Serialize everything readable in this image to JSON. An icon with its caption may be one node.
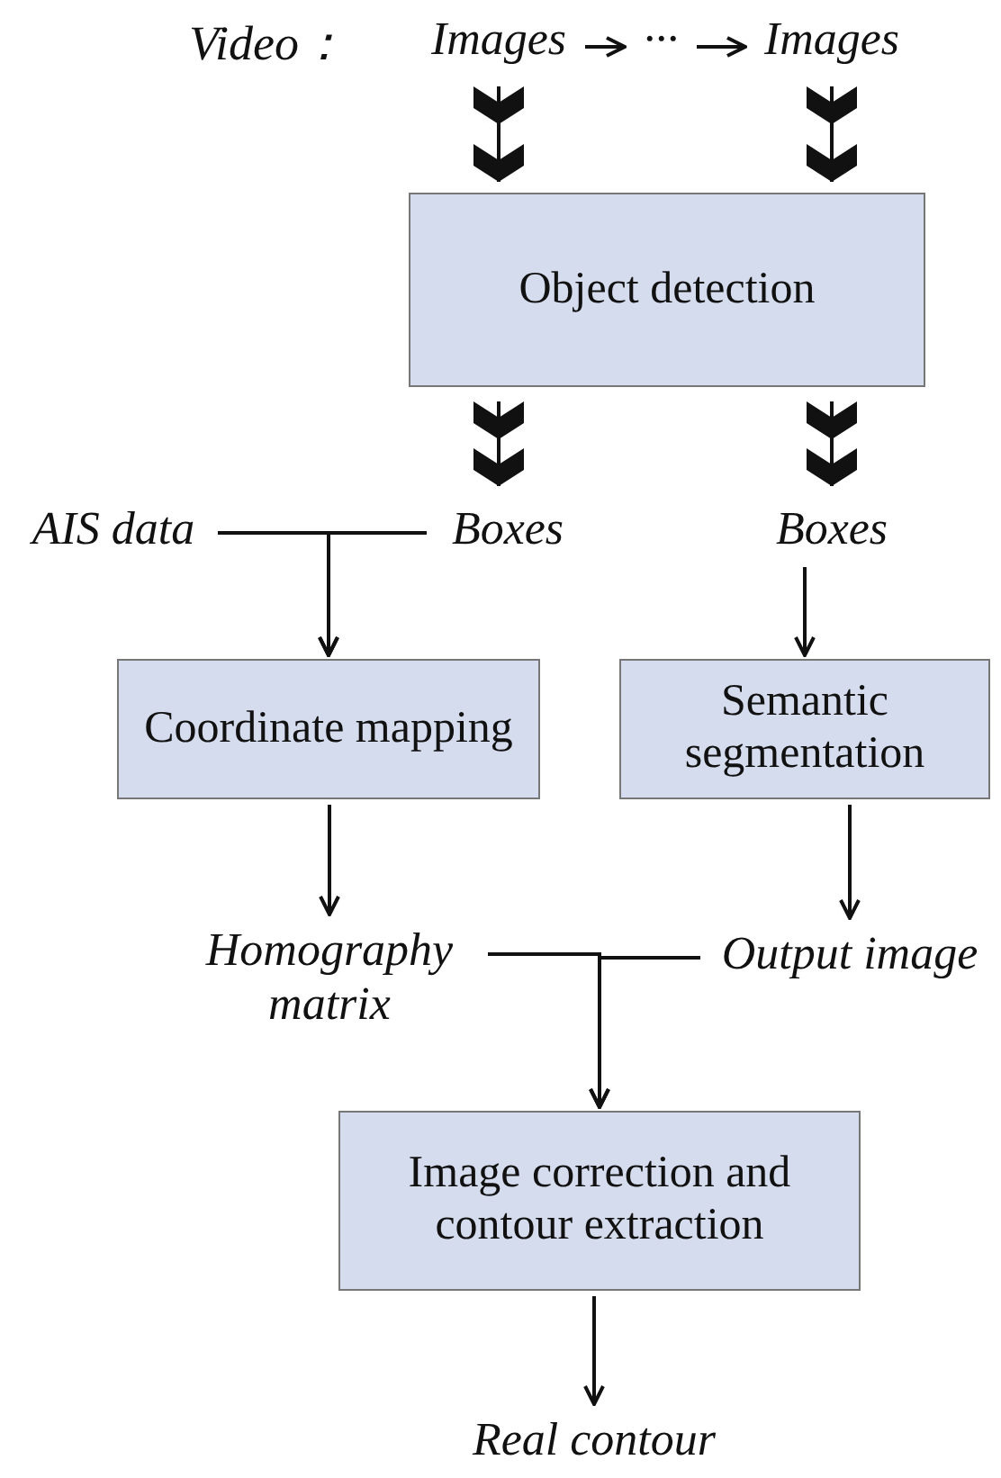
{
  "diagram": {
    "nodes": [
      {
        "text": [
          "Images"
        ]
      },
      {
        "text": [
          "···"
        ]
      },
      {
        "text": [
          "Images"
        ]
      },
      {
        "text": [
          "Object detection"
        ]
      },
      {
        "text": [
          "AIS data"
        ]
      },
      {
        "text": [
          "Boxes"
        ]
      },
      {
        "text": [
          "Boxes"
        ]
      },
      {
        "text": [
          "Coordinate mapping"
        ]
      },
      {
        "text": [
          "Semantic segmentation"
        ]
      },
      {
        "text": [
          "Homography matrix"
        ]
      },
      {
        "text": [
          "Output image"
        ]
      },
      {
        "text": [
          "Image correction and contour extraction"
        ]
      },
      {
        "text": [
          "Real contour"
        ]
      }
    ],
    "edges": [
      {
        "from": 0,
        "to": 1,
        "arrow": "to"
      },
      {
        "from": 1,
        "to": 2,
        "arrow": "to"
      },
      {
        "from": 0,
        "to": 3,
        "arrow": "to"
      },
      {
        "from": 2,
        "to": 3,
        "arrow": "to"
      },
      {
        "from": 3,
        "to": 5,
        "arrow": "to"
      },
      {
        "from": 3,
        "to": 6,
        "arrow": "to"
      },
      {
        "from": 4,
        "to": 7,
        "arrow": "to"
      },
      {
        "from": 5,
        "to": 7,
        "arrow": "to"
      },
      {
        "from": 6,
        "to": 8,
        "arrow": "to"
      },
      {
        "from": 7,
        "to": 9,
        "arrow": "to"
      },
      {
        "from": 8,
        "to": 10,
        "arrow": "to"
      },
      {
        "from": 9,
        "to": 11,
        "arrow": "to"
      },
      {
        "from": 10,
        "to": 11,
        "arrow": "to"
      },
      {
        "from": 11,
        "to": 12,
        "arrow": "to"
      }
    ],
    "labels": [
      "Video："
    ]
  }
}
